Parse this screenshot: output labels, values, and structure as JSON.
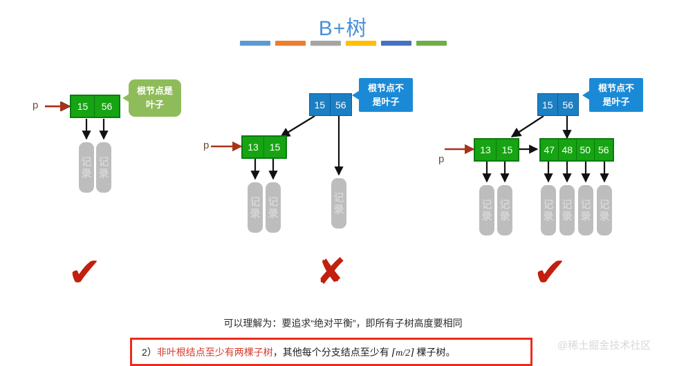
{
  "title": "B+树",
  "accent_bar": {
    "colors": [
      "#5b9bd5",
      "#ed7d31",
      "#a5a5a5",
      "#ffc000",
      "#4472c4",
      "#70ad47"
    ]
  },
  "colors": {
    "title": "#4a90d9",
    "leaf_node_green": "#16a412",
    "leaf_node_border": "#0a7a10",
    "internal_node_blue": "#1b7fc4",
    "internal_node_border": "#0b5c96",
    "record_gray": "#bdbdbd",
    "callout_green": "#8fbc5a",
    "callout_blue": "#1b8ad6",
    "pointer_arrow_red": "#a83218",
    "verdict_red": "#c21f0e",
    "rule_border_red": "#ee2b1c"
  },
  "record_label": {
    "line1": "记",
    "line2": "录"
  },
  "pointer_label": "p",
  "diagrams": [
    {
      "id": "case-1",
      "verdict": "✔",
      "verdict_type": "check",
      "callout": {
        "style": "green",
        "lines": [
          "根节点是",
          "叶子"
        ]
      },
      "root": {
        "style": "green",
        "keys": [
          "15",
          "56"
        ]
      },
      "leaves": [],
      "record_count": 2
    },
    {
      "id": "case-2",
      "verdict": "✘",
      "verdict_type": "cross",
      "callout": {
        "style": "blue",
        "lines": [
          "根节点不",
          "是叶子"
        ]
      },
      "root": {
        "style": "blue",
        "keys": [
          "15",
          "56"
        ]
      },
      "leaves": [
        {
          "style": "green",
          "keys": [
            "13",
            "15"
          ]
        }
      ],
      "record_count": 3
    },
    {
      "id": "case-3",
      "verdict": "✔",
      "verdict_type": "check",
      "callout": {
        "style": "blue",
        "lines": [
          "根节点不",
          "是叶子"
        ]
      },
      "root": {
        "style": "blue",
        "keys": [
          "15",
          "56"
        ]
      },
      "leaves": [
        {
          "style": "green",
          "keys": [
            "13",
            "15"
          ]
        },
        {
          "style": "green",
          "keys": [
            "47",
            "48",
            "50",
            "56"
          ]
        }
      ],
      "record_count": 6
    }
  ],
  "caption": "可以理解为：要追求“绝对平衡”，即所有子树高度要相同",
  "rule": {
    "number": "2）",
    "highlight": "非叶根结点至少有两棵子树",
    "rest_before": "，其他每个分支结点至少有 ",
    "math": "⌈m/2⌉",
    "math_plain": "m/2",
    "rest_after": " 棵子树。"
  },
  "watermark": "@稀土掘金技术社区"
}
